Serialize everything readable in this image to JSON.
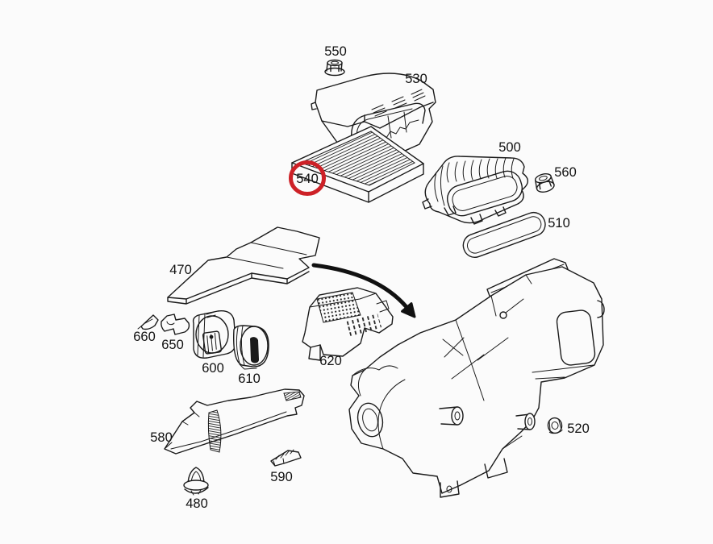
{
  "diagram": {
    "background_color": "#fbfbfb",
    "line_color": "#1a1a1a",
    "highlight": {
      "part": "540",
      "color": "#cd2127"
    },
    "labels": {
      "470": "470",
      "480": "480",
      "500": "500",
      "510": "510",
      "520": "520",
      "530": "530",
      "540": "540",
      "550": "550",
      "560": "560",
      "580": "580",
      "590": "590",
      "600": "600",
      "610": "610",
      "620": "620",
      "650": "650",
      "660": "660"
    }
  }
}
